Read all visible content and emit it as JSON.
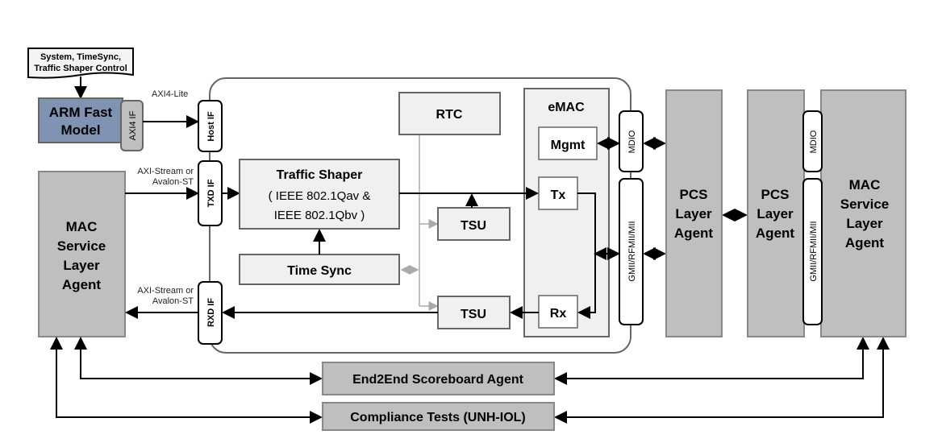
{
  "control_note": {
    "line1": "System, TimeSync,",
    "line2": "Traffic Shaper Control"
  },
  "arm": {
    "line1": "ARM Fast",
    "line2": "Model",
    "if": "AXI4 IF",
    "color": "#8193b3"
  },
  "axi4_lite": "AXI4-Lite",
  "host_if": "Host IF",
  "txd_if": "TXD IF",
  "rxd_if": "RXD IF",
  "axi_stream_tx": {
    "line1": "AXI-Stream or",
    "line2": "Avalon-ST"
  },
  "axi_stream_rx": {
    "line1": "AXI-Stream or",
    "line2": "Avalon-ST"
  },
  "mac_left": {
    "line1": "MAC",
    "line2": "Service",
    "line3": "Layer",
    "line4": "Agent"
  },
  "traffic_shaper": {
    "line1": "Traffic Shaper",
    "line2": "( IEEE 802.1Qav &",
    "line3": "IEEE 802.1Qbv )"
  },
  "rtc": "RTC",
  "tsu_tx": "TSU",
  "tsu_rx": "TSU",
  "time_sync": "Time Sync",
  "emac": {
    "title": "eMAC",
    "mgmt": "Mgmt",
    "tx": "Tx",
    "rx": "Rx"
  },
  "mdio_left": "MDIO",
  "gmii_left": "GMII/RFMII/MII",
  "pcs_left": {
    "line1": "PCS",
    "line2": "Layer",
    "line3": "Agent"
  },
  "pcs_right": {
    "line1": "PCS",
    "line2": "Layer",
    "line3": "Agent"
  },
  "mdio_right": "MDIO",
  "gmii_right": "GMII/RFMII/MII",
  "mac_right": {
    "line1": "MAC",
    "line2": "Service",
    "line3": "Layer",
    "line4": "Agent"
  },
  "scoreboard": "End2End Scoreboard Agent",
  "compliance": "Compliance Tests (UNH-IOL)",
  "colors": {
    "agent_gray": "#bfbfbf",
    "light_box": "#f0f0f0"
  }
}
